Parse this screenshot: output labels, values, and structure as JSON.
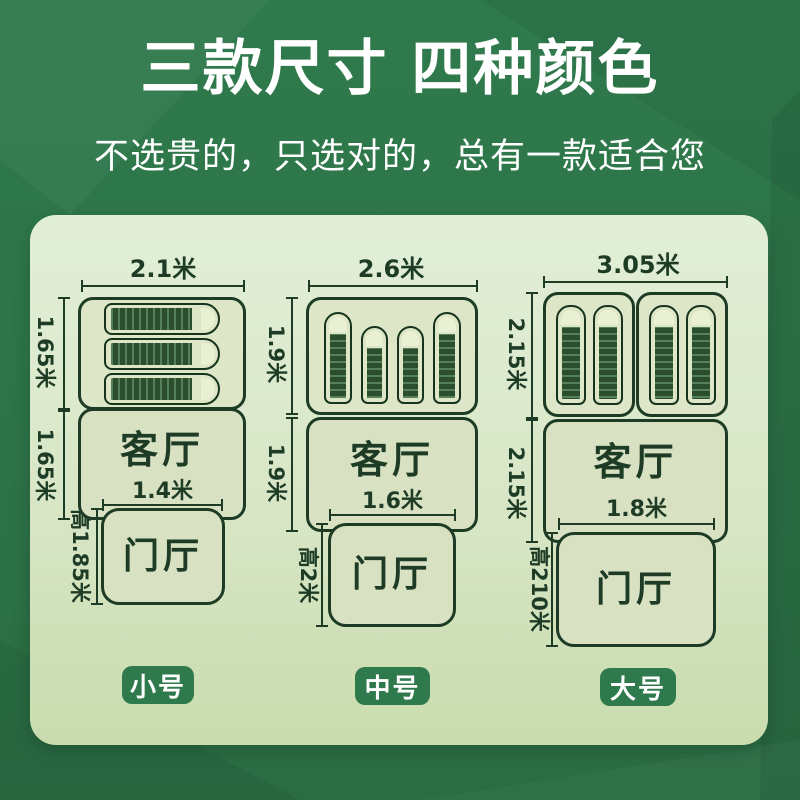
{
  "header": {
    "title": "三款尺寸 四种颜色",
    "subtitle": "不选贵的，只选对的，总有一款适合您"
  },
  "colors": {
    "background_green": "#2d7348",
    "panel_light_green": "#d8e6c6",
    "diagram_ink_green": "#1d3b25",
    "sleeping_bag_green": "#2b4e2e",
    "badge_green": "#2e7a4d",
    "title_text": "#ffffff"
  },
  "tents": [
    {
      "size_badge": "小号",
      "width": "2.1米",
      "bedroom_depth": "1.65米",
      "living_depth": "1.65米",
      "living_label": "客厅",
      "porch_width": "1.4米",
      "porch_label": "门厅",
      "porch_height": "高1.85米",
      "sleeping_bag_count": 3
    },
    {
      "size_badge": "中号",
      "width": "2.6米",
      "bedroom_depth": "1.9米",
      "living_depth": "1.9米",
      "living_label": "客厅",
      "porch_width": "1.6米",
      "porch_label": "门厅",
      "porch_height": "高2米",
      "sleeping_bag_count": 4
    },
    {
      "size_badge": "大号",
      "width": "3.05米",
      "bedroom_depth": "2.15米",
      "living_depth": "2.15米",
      "living_label": "客厅",
      "porch_width": "1.8米",
      "porch_label": "门厅",
      "porch_height": "高210米",
      "sleeping_bag_count": 4
    }
  ]
}
